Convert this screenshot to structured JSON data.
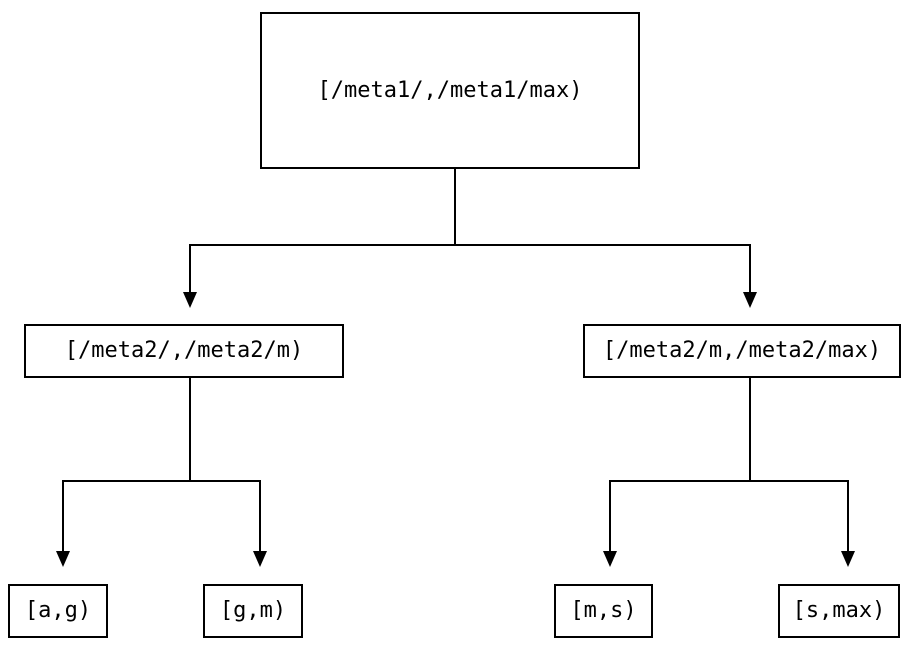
{
  "diagram": {
    "type": "binary-interval-tree",
    "background_color": "#ffffff",
    "line_color": "#000000",
    "nodes": [
      {
        "id": "root",
        "label": "[/meta1/,/meta1/max)",
        "level": 0
      },
      {
        "id": "meta2-low",
        "label": "[/meta2/,/meta2/m)",
        "level": 1
      },
      {
        "id": "meta2-high",
        "label": "[/meta2/m,/meta2/max)",
        "level": 1
      },
      {
        "id": "leaf-ag",
        "label": "[a,g)",
        "level": 2
      },
      {
        "id": "leaf-gm",
        "label": "[g,m)",
        "level": 2
      },
      {
        "id": "leaf-ms",
        "label": "[m,s)",
        "level": 2
      },
      {
        "id": "leaf-smax",
        "label": "[s,max)",
        "level": 2
      }
    ],
    "edges": [
      {
        "from": "root",
        "to": "meta2-low"
      },
      {
        "from": "root",
        "to": "meta2-high"
      },
      {
        "from": "meta2-low",
        "to": "leaf-ag"
      },
      {
        "from": "meta2-low",
        "to": "leaf-gm"
      },
      {
        "from": "meta2-high",
        "to": "leaf-ms"
      },
      {
        "from": "meta2-high",
        "to": "leaf-smax"
      }
    ]
  }
}
